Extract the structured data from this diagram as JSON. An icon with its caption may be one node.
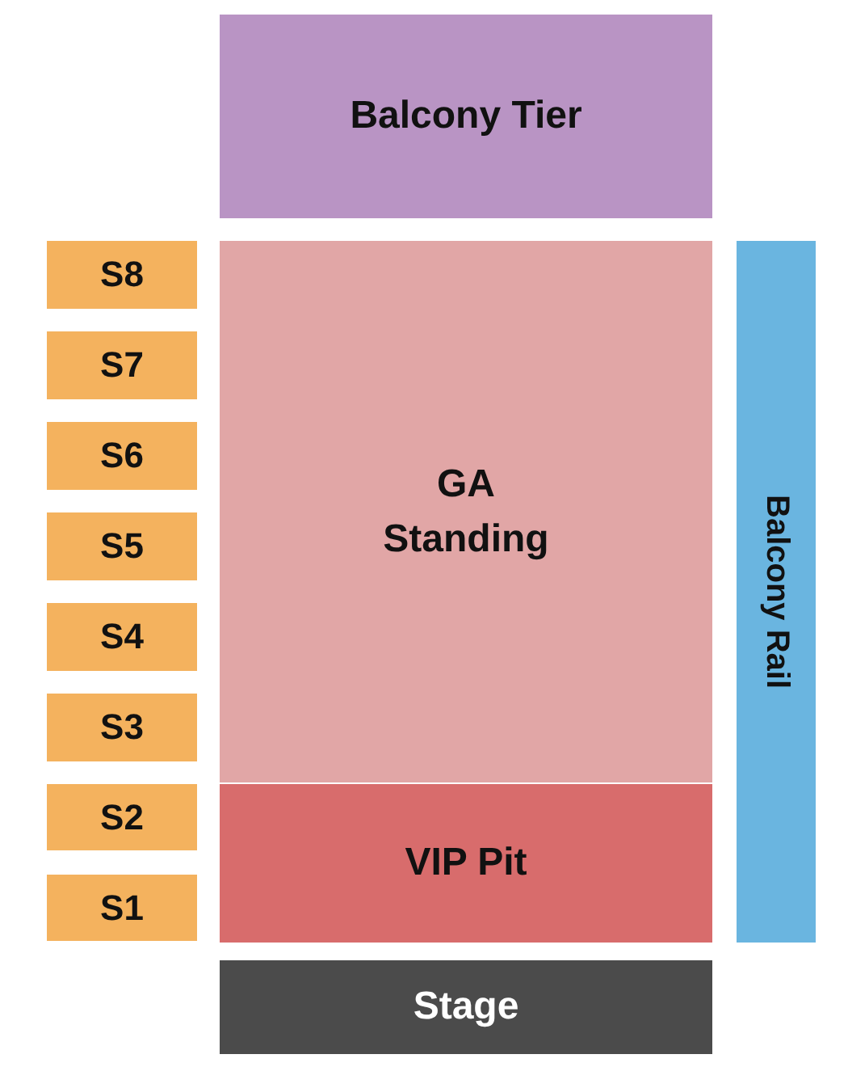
{
  "diagram": {
    "nodes": [
      {
        "text": [
          "Balcony Tier"
        ]
      },
      {
        "text": [
          "S8"
        ]
      },
      {
        "text": [
          "S7"
        ]
      },
      {
        "text": [
          "S6"
        ]
      },
      {
        "text": [
          "S5"
        ]
      },
      {
        "text": [
          "S4"
        ]
      },
      {
        "text": [
          "S3"
        ]
      },
      {
        "text": [
          "S2"
        ]
      },
      {
        "text": [
          "S1"
        ]
      },
      {
        "text": [
          "GA Standing"
        ]
      },
      {
        "text": [
          "VIP Pit"
        ]
      },
      {
        "text": [
          "Balcony Rail"
        ]
      },
      {
        "text": [
          "Stage"
        ]
      }
    ]
  }
}
